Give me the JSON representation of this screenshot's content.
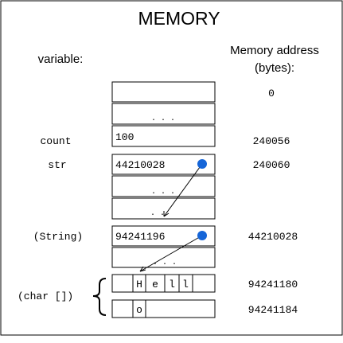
{
  "title": "MEMORY",
  "variable_header": "variable:",
  "address_header_line1": "Memory address",
  "address_header_line2": "(bytes):",
  "colors": {
    "line": "#000000",
    "pointer_dot": "#1565d8"
  },
  "cells": [
    {
      "variable": "",
      "value": "",
      "address": "0"
    },
    {
      "variable": "",
      "value": ". . .",
      "address": ""
    },
    {
      "variable": "count",
      "value": "100",
      "address": "240056"
    },
    {
      "variable": "str",
      "value": "44210028",
      "address": "240060"
    },
    {
      "variable": "",
      "value": "",
      "address": ""
    },
    {
      "variable": "",
      "value": ". . .",
      "address": ""
    },
    {
      "variable": "",
      "value": ". .",
      "address": ""
    },
    {
      "variable": "(String)",
      "value": "94241196",
      "address": "44210028"
    },
    {
      "variable": "",
      "value": "",
      "address": ""
    },
    {
      "variable": "",
      "value": ". . .",
      "address": ""
    }
  ],
  "char_array": {
    "label": "(char [])",
    "rows": [
      {
        "chars": [
          "",
          "H",
          "e",
          "l",
          "l",
          ""
        ],
        "address": "94241180"
      },
      {
        "chars": [
          "",
          "o",
          "",
          "",
          "",
          ""
        ],
        "address": "94241184"
      }
    ]
  }
}
